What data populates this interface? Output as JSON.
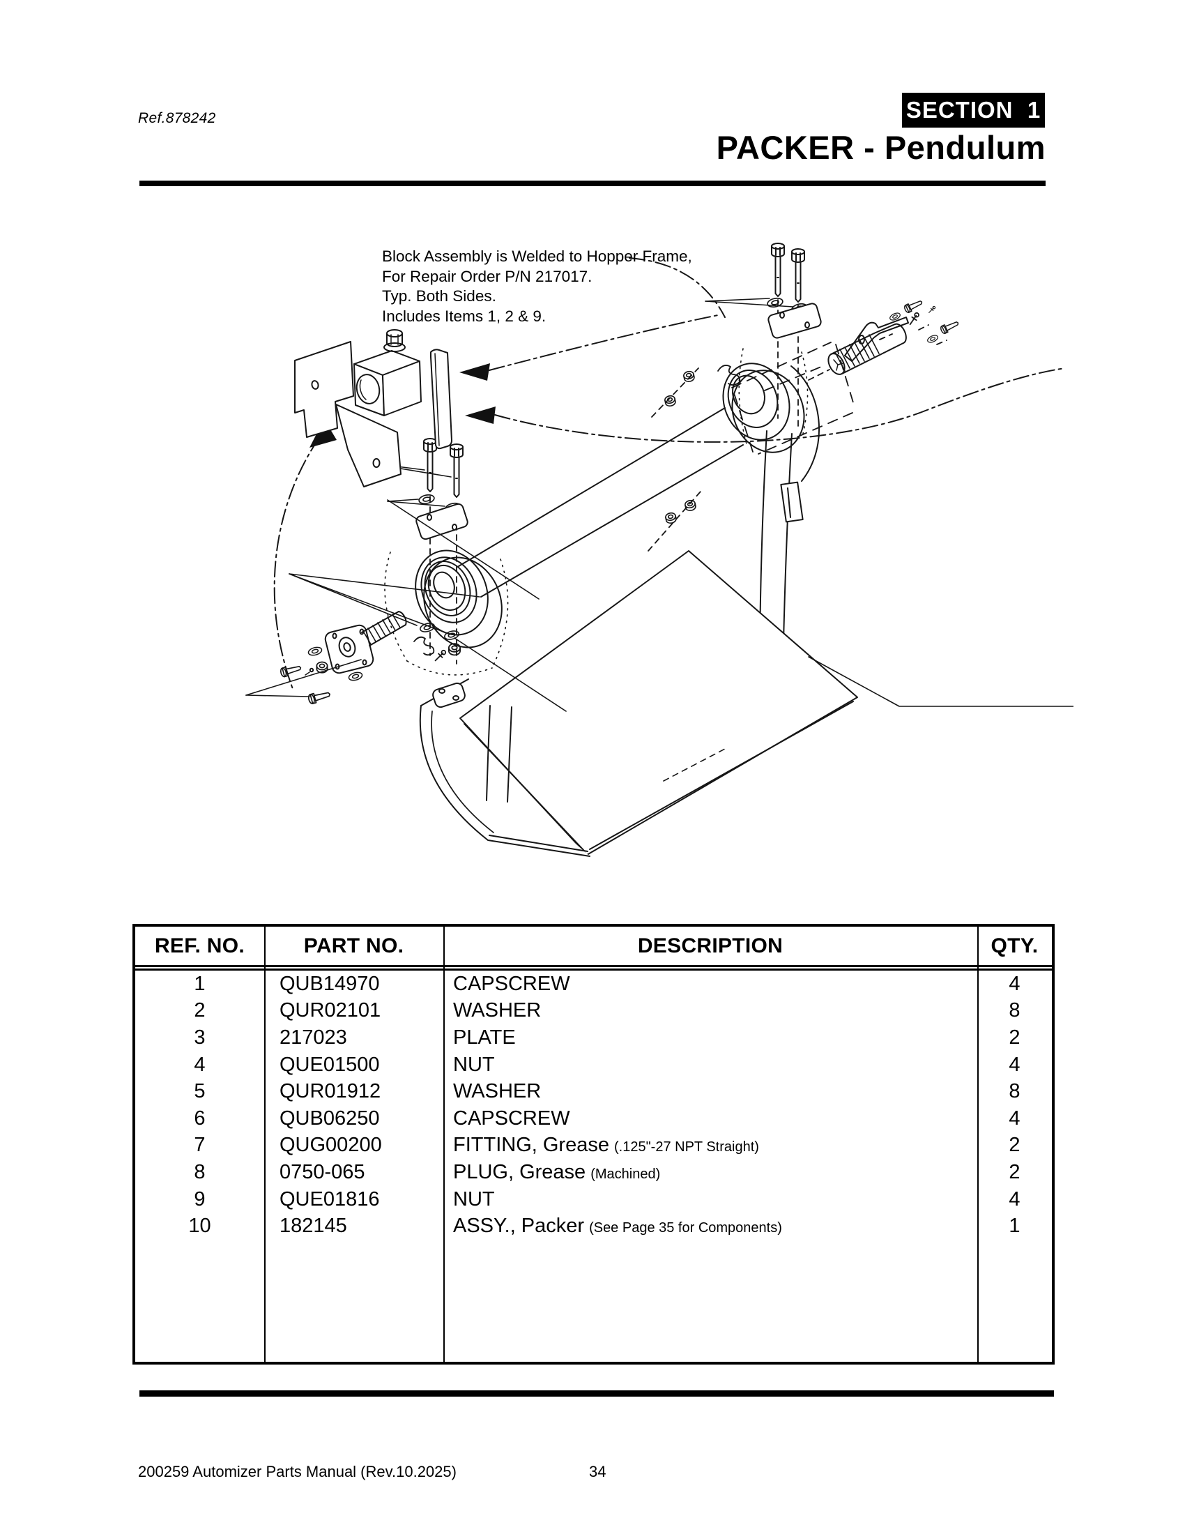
{
  "page": {
    "ref": "Ref.878242",
    "section_label": "SECTION  1",
    "title": "PACKER - Pendulum",
    "footer_left": "200259 Automizer Parts Manual (Rev.10.2025)",
    "footer_page": "34"
  },
  "diagram": {
    "annotation": "Block Assembly is Welded to Hopper Frame,\nFor Repair Order P/N 217017.\nTyp. Both Sides.\nIncludes Items 1, 2 & 9."
  },
  "table": {
    "headers": {
      "ref": "REF. NO.",
      "part": "PART NO.",
      "desc": "DESCRIPTION",
      "qty": "QTY."
    },
    "rows": [
      {
        "ref": "1",
        "part": "QUB14970",
        "desc": "CAPSCREW",
        "desc_note": "",
        "qty": "4"
      },
      {
        "ref": "2",
        "part": "QUR02101",
        "desc": "WASHER",
        "desc_note": "",
        "qty": "8"
      },
      {
        "ref": "3",
        "part": "217023",
        "desc": "PLATE",
        "desc_note": "",
        "qty": "2"
      },
      {
        "ref": "4",
        "part": "QUE01500",
        "desc": "NUT",
        "desc_note": "",
        "qty": "4"
      },
      {
        "ref": "5",
        "part": "QUR01912",
        "desc": "WASHER",
        "desc_note": "",
        "qty": "8"
      },
      {
        "ref": "6",
        "part": "QUB06250",
        "desc": "CAPSCREW",
        "desc_note": "",
        "qty": "4"
      },
      {
        "ref": "7",
        "part": "QUG00200",
        "desc": "FITTING, Grease",
        "desc_note": "(.125\"-27 NPT Straight)",
        "qty": "2"
      },
      {
        "ref": "8",
        "part": "0750-065",
        "desc": "PLUG, Grease",
        "desc_note": "(Machined)",
        "qty": "2"
      },
      {
        "ref": "9",
        "part": "QUE01816",
        "desc": "NUT",
        "desc_note": "",
        "qty": "4"
      },
      {
        "ref": "10",
        "part": "182145",
        "desc": "ASSY., Packer",
        "desc_note": "(See Page 35 for Components)",
        "qty": "1"
      }
    ]
  }
}
